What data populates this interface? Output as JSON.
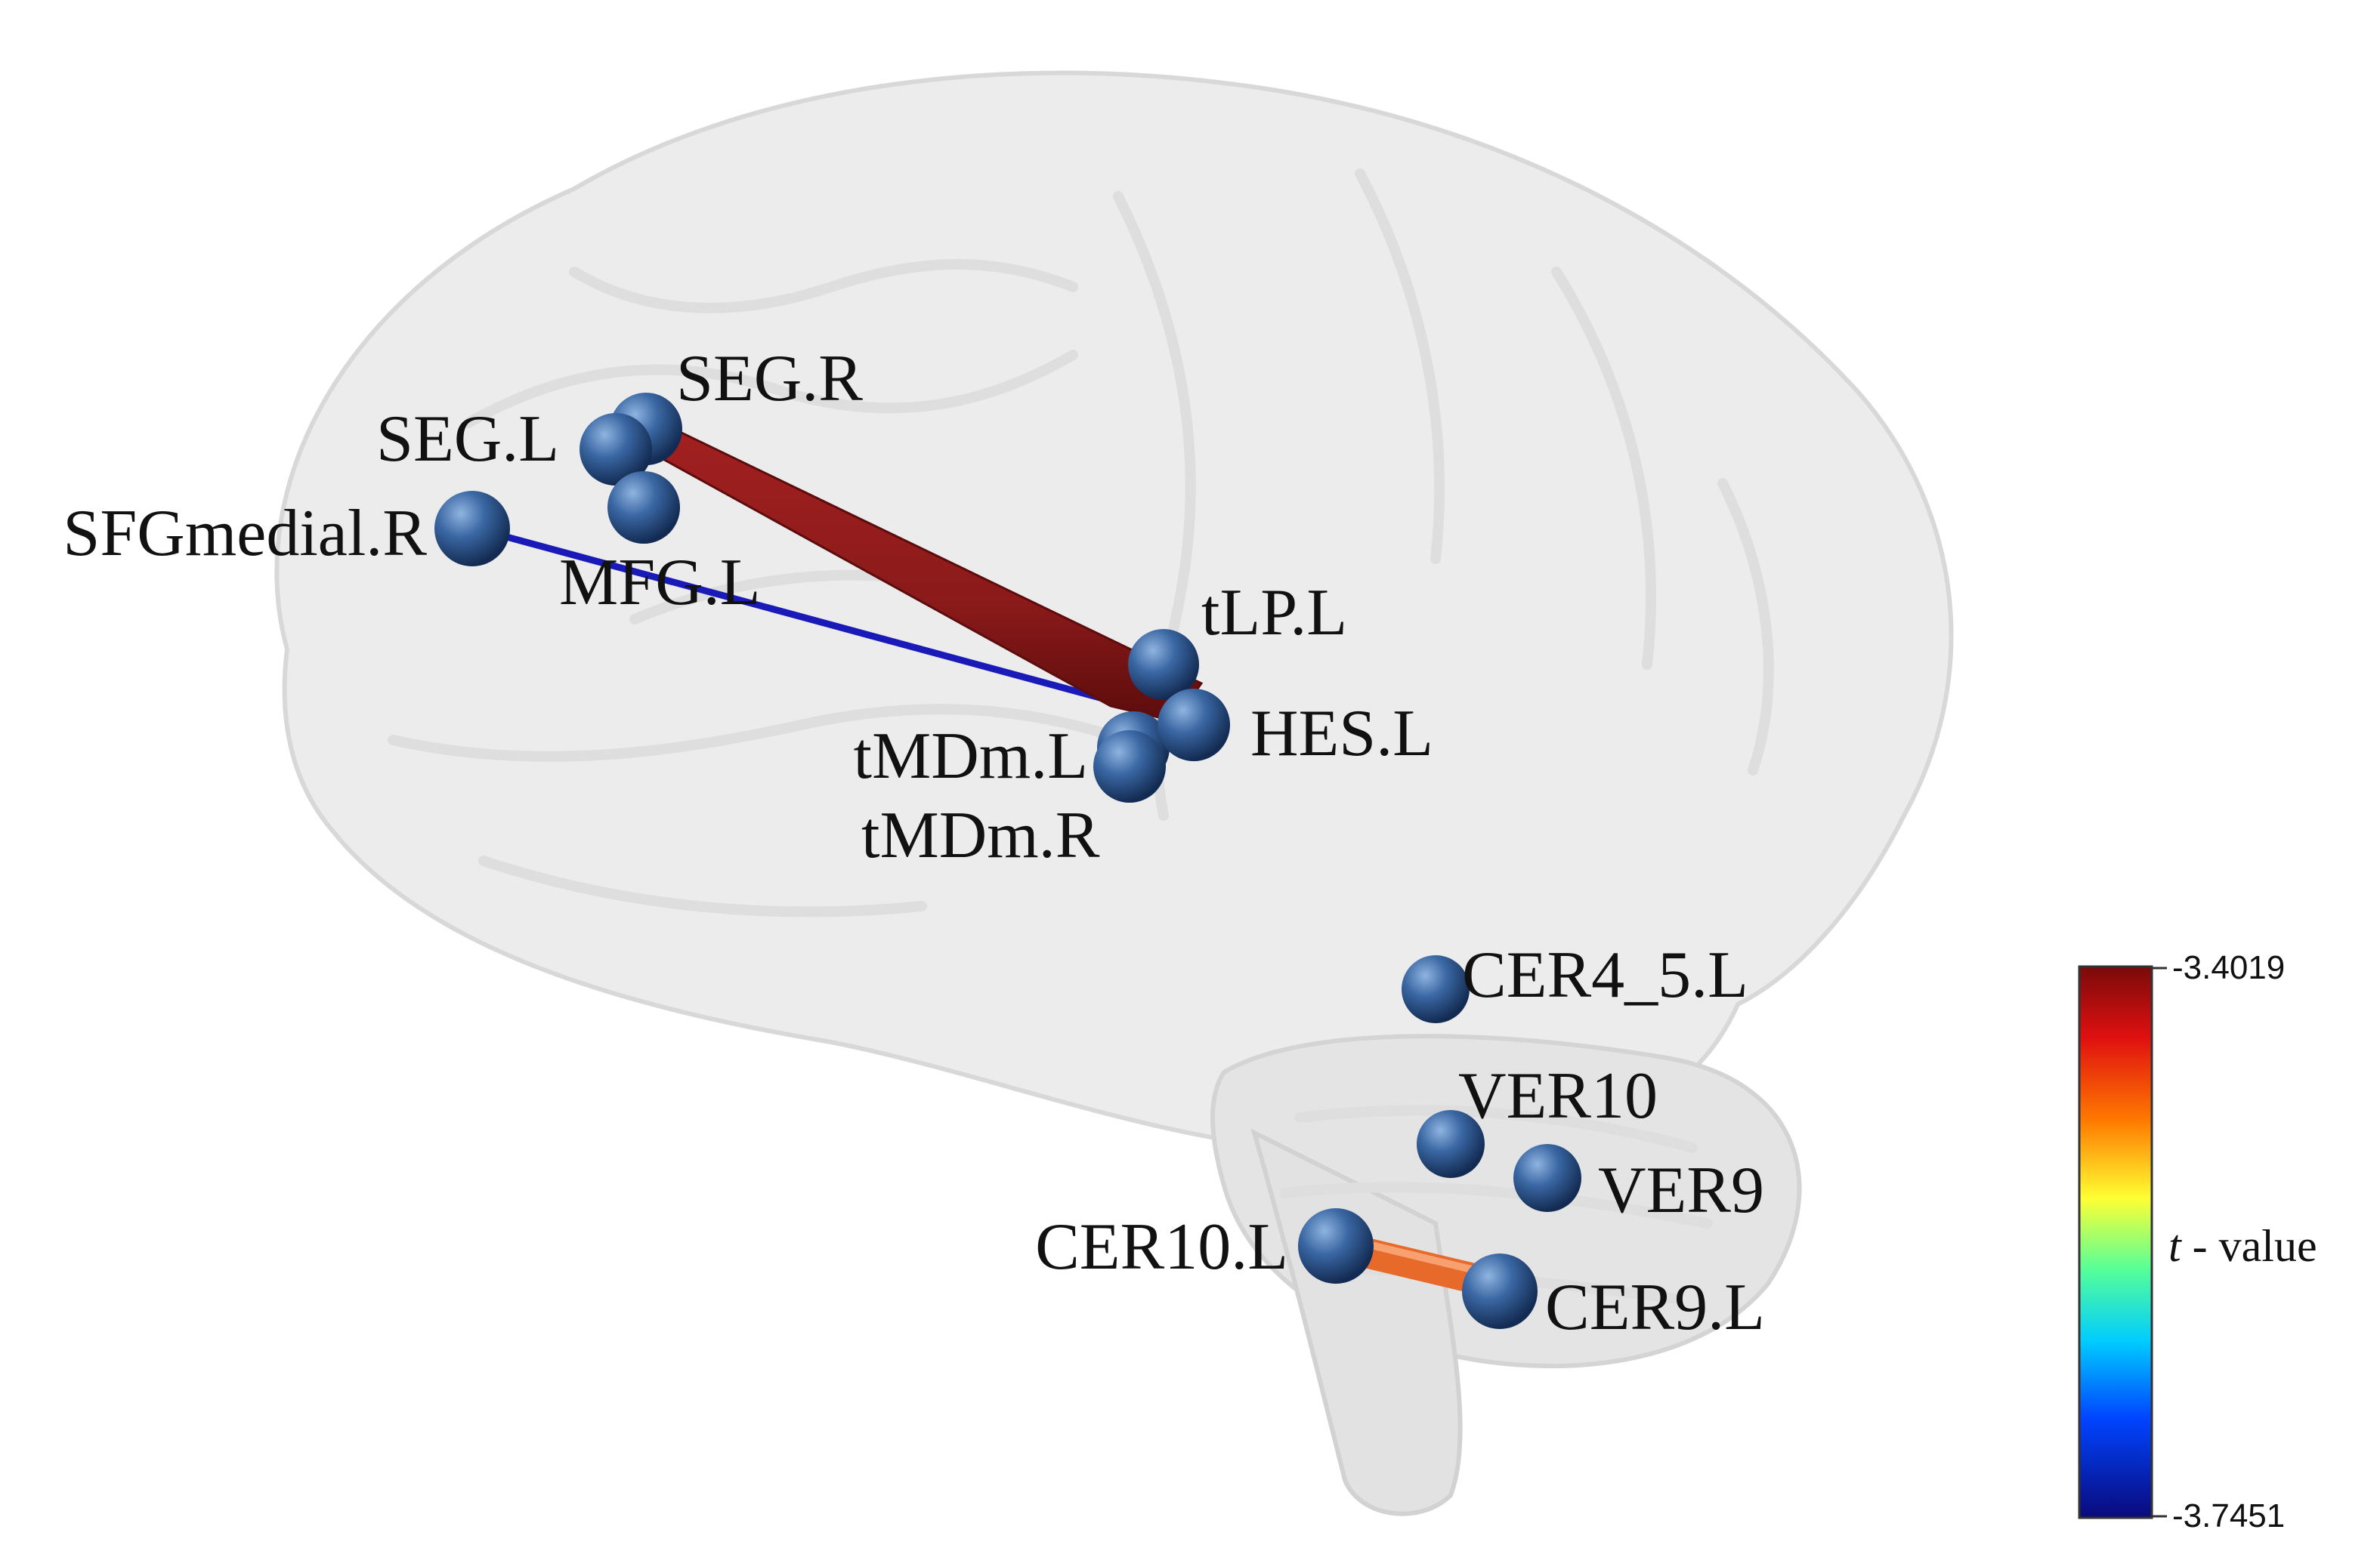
{
  "nodes": [
    {
      "id": "SEG.R",
      "label": "SEG.R"
    },
    {
      "id": "SEG.L",
      "label": "SEG.L"
    },
    {
      "id": "SFGmedial.R",
      "label": "SFGmedial.R"
    },
    {
      "id": "MFG.L",
      "label": "MFG.L"
    },
    {
      "id": "tLP.L",
      "label": "tLP.L"
    },
    {
      "id": "HES.L",
      "label": "HES.L"
    },
    {
      "id": "tMDm.L",
      "label": "tMDm.L"
    },
    {
      "id": "tMDm.R",
      "label": "tMDm.R"
    },
    {
      "id": "CER4_5.L",
      "label": "CER4_5.L"
    },
    {
      "id": "VER10",
      "label": "VER10"
    },
    {
      "id": "VER9",
      "label": "VER9"
    },
    {
      "id": "CER10.L",
      "label": "CER10.L"
    },
    {
      "id": "CER9.L",
      "label": "CER9.L"
    }
  ],
  "edges": [
    {
      "from": "SEG.R",
      "to": "HES.L",
      "color": "#8b1a1a"
    },
    {
      "from": "SFGmedial.R",
      "to": "HES.L",
      "color": "#1a1ab8"
    },
    {
      "from": "CER10.L",
      "to": "CER9.L",
      "color": "#e86a2a"
    }
  ],
  "colorbar": {
    "title_italic": "t",
    "title_rest": " - value",
    "max_label": "-3.4019",
    "min_label": "-3.7451",
    "colors": [
      "#7a0a0a",
      "#ff2a00",
      "#ffaa00",
      "#ffff33",
      "#66ff99",
      "#00ccff",
      "#0055ff",
      "#0a0a7a"
    ]
  },
  "node_color": "#2e5a94"
}
